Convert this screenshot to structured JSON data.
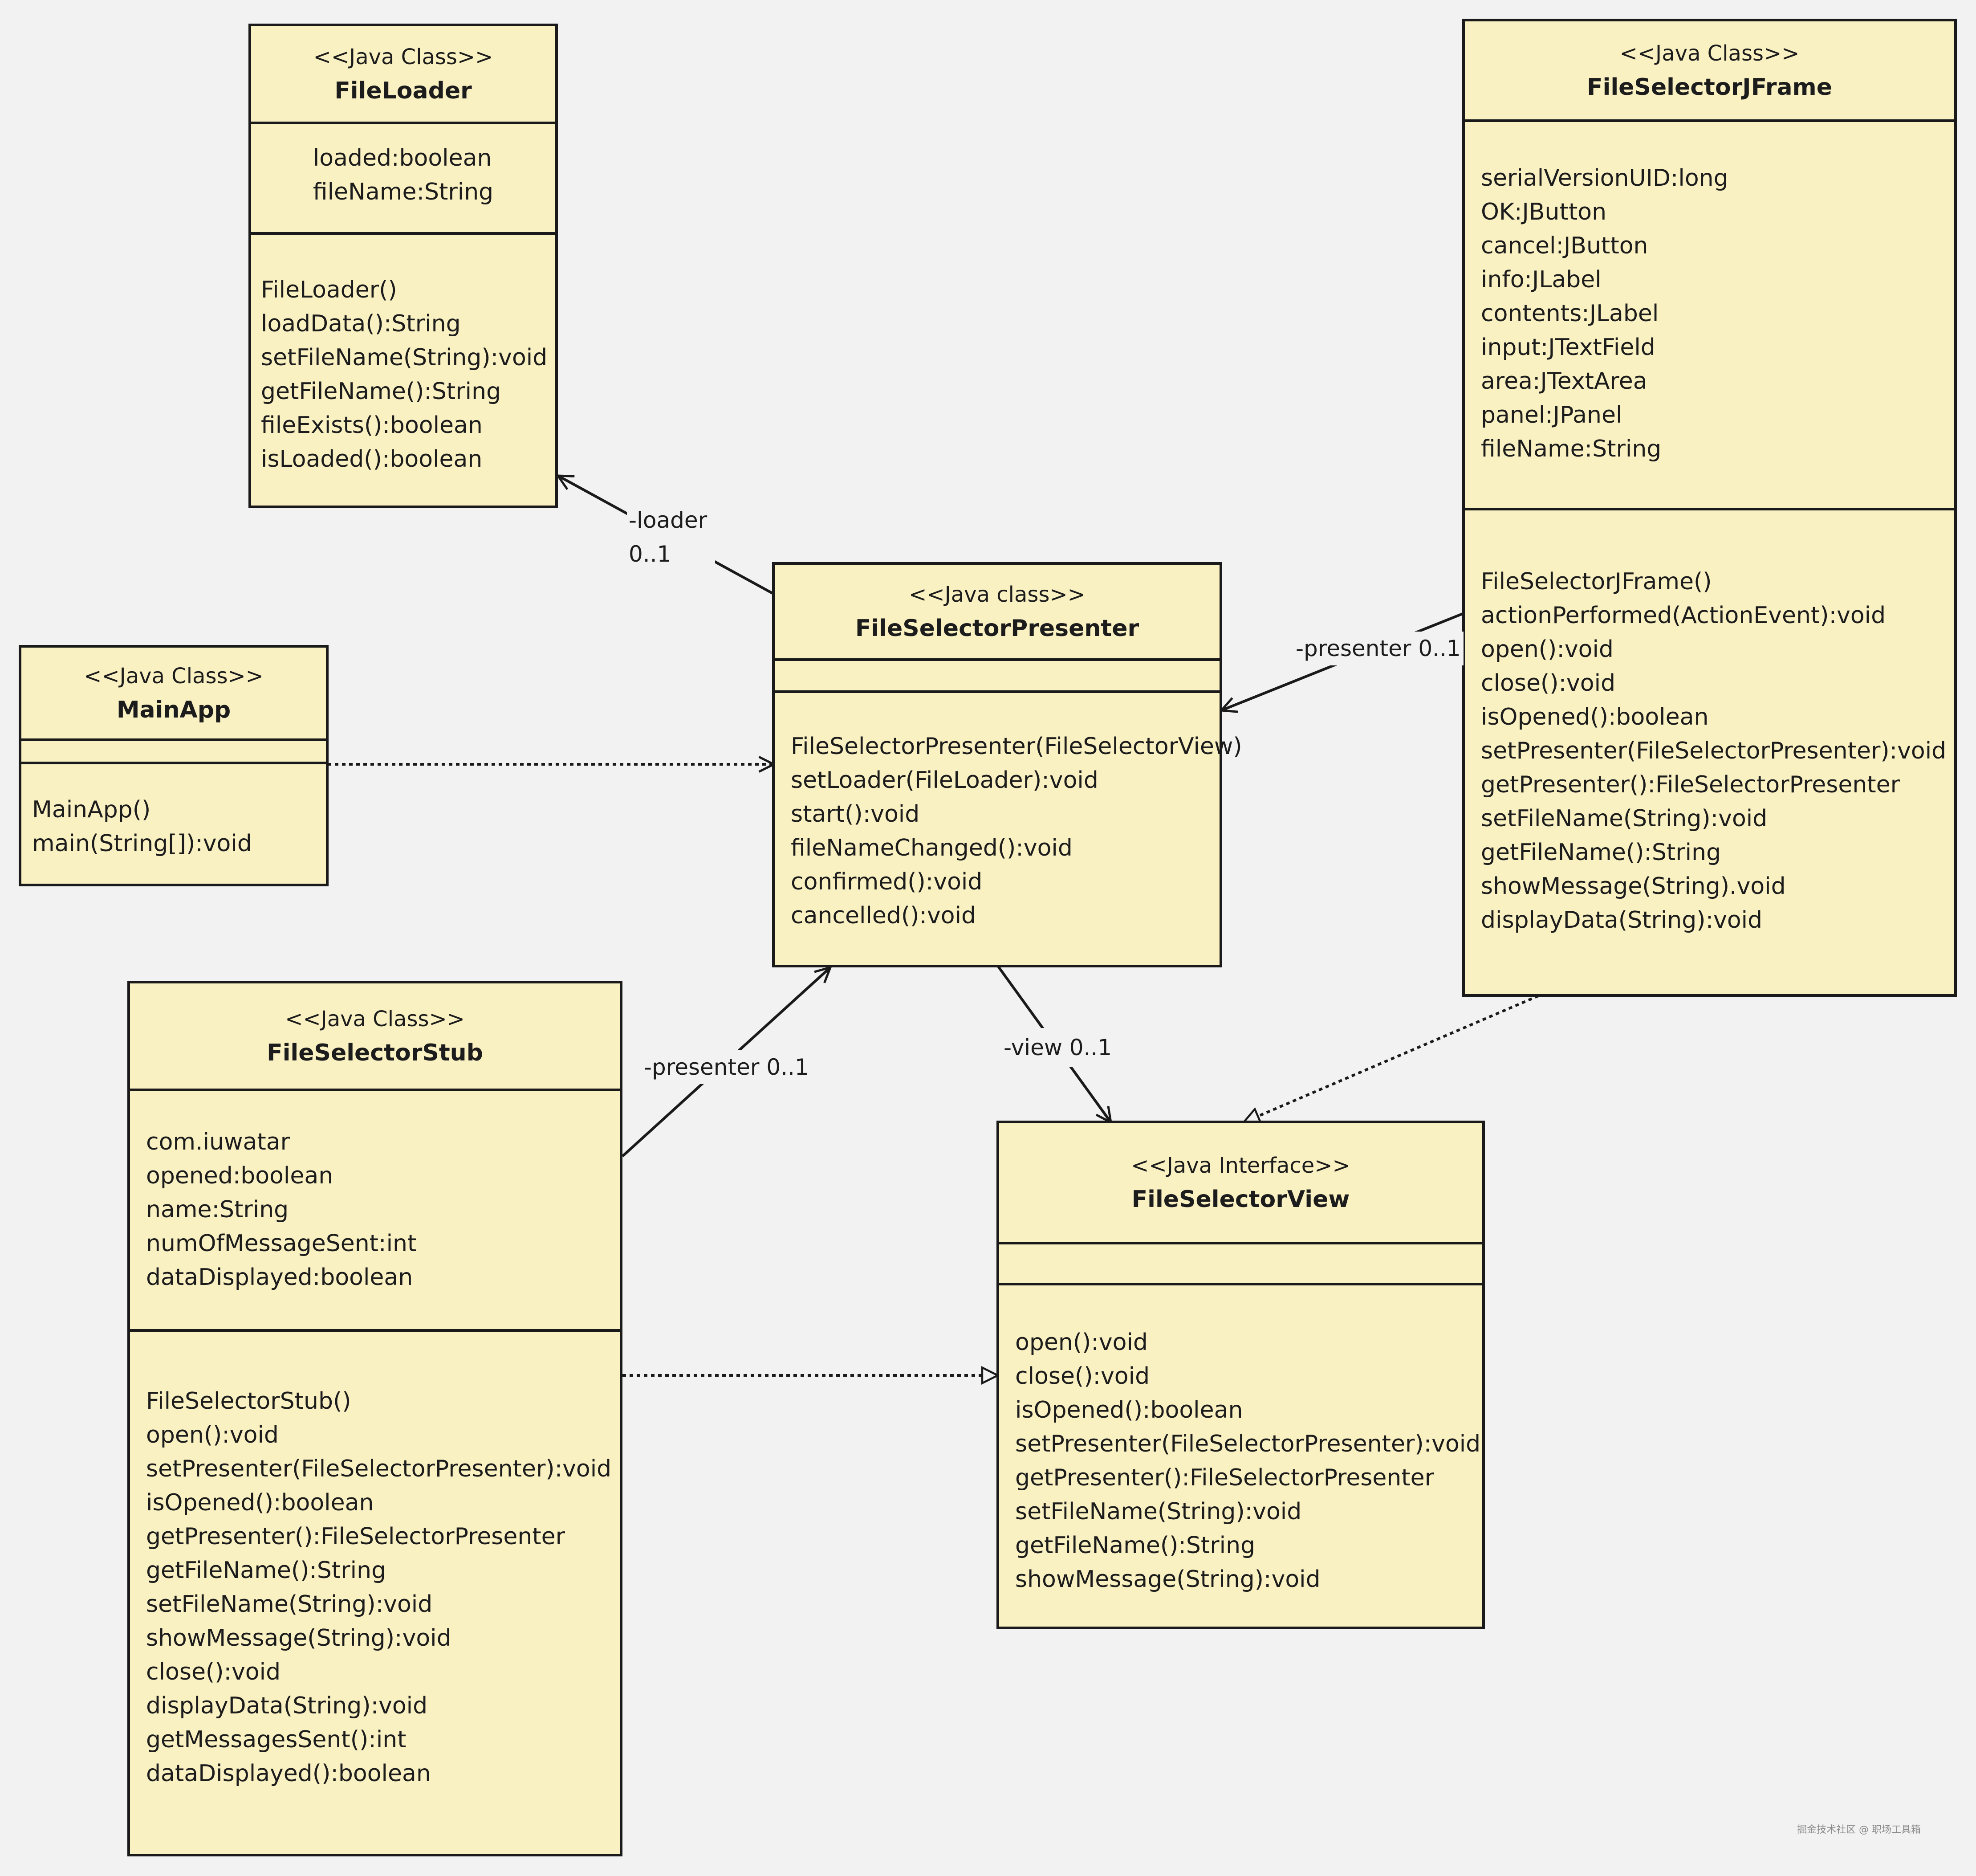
{
  "classes": {
    "fileloader": {
      "stereotype": "<<Java Class>>",
      "name": "FileLoader",
      "attributes": [
        "loaded:boolean",
        "fileName:String"
      ],
      "operations": [
        "FileLoader()",
        "loadData():String",
        "setFileName(String):void",
        "getFileName():String",
        "fileExists():boolean",
        "isLoaded():boolean"
      ]
    },
    "mainapp": {
      "stereotype": "<<Java Class>>",
      "name": "MainApp",
      "attributes": [],
      "operations": [
        "MainApp()",
        "main(String[]):void"
      ]
    },
    "presenter": {
      "stereotype": "<<Java class>>",
      "name": "FileSelectorPresenter",
      "attributes": [],
      "operations": [
        "FileSelectorPresenter(FileSelectorView)",
        "setLoader(FileLoader):void",
        "start():void",
        "fileNameChanged():void",
        "confirmed():void",
        "cancelled():void"
      ]
    },
    "jframe": {
      "stereotype": "<<Java Class>>",
      "name": "FileSelectorJFrame",
      "attributes": [
        "serialVersionUID:long",
        "OK:JButton",
        "cancel:JButton",
        "info:JLabel",
        "contents:JLabel",
        "input:JTextField",
        "area:JTextArea",
        "panel:JPanel",
        "fileName:String"
      ],
      "operations": [
        "FileSelectorJFrame()",
        "actionPerformed(ActionEvent):void",
        "open():void",
        "close():void",
        "isOpened():boolean",
        "setPresenter(FileSelectorPresenter):void",
        "getPresenter():FileSelectorPresenter",
        "setFileName(String):void",
        "getFileName():String",
        "showMessage(String).void",
        "displayData(String):void"
      ]
    },
    "stub": {
      "stereotype": "<<Java Class>>",
      "name": "FileSelectorStub",
      "attributes": [
        "com.iuwatar",
        "opened:boolean",
        "name:String",
        "numOfMessageSent:int",
        "dataDisplayed:boolean"
      ],
      "operations": [
        "FileSelectorStub()",
        "open():void",
        "setPresenter(FileSelectorPresenter):void",
        "isOpened():boolean",
        "getPresenter():FileSelectorPresenter",
        "getFileName():String",
        "setFileName(String):void",
        "showMessage(String):void",
        "close():void",
        "displayData(String):void",
        "getMessagesSent():int",
        "dataDisplayed():boolean"
      ]
    },
    "view": {
      "stereotype": "<<Java Interface>>",
      "name": "FileSelectorView",
      "attributes": [],
      "operations": [
        "open():void",
        "close():void",
        "isOpened():boolean",
        "setPresenter(FileSelectorPresenter):void",
        "getPresenter():FileSelectorPresenter",
        "setFileName(String):void",
        "getFileName():String",
        "showMessage(String):void"
      ]
    }
  },
  "relations": {
    "loader": {
      "role": "-loader",
      "multiplicity": "0..1"
    },
    "jframe_presenter": {
      "label": "-presenter 0..1"
    },
    "stub_presenter": {
      "label": "-presenter 0..1"
    },
    "view": {
      "label": "-view 0..1"
    }
  },
  "watermark": "掘金技术社区 @ 职场工具箱",
  "colors": {
    "background": "#f2f2f2",
    "class_fill": "#faf1c3",
    "stroke": "#1a1a1a"
  }
}
